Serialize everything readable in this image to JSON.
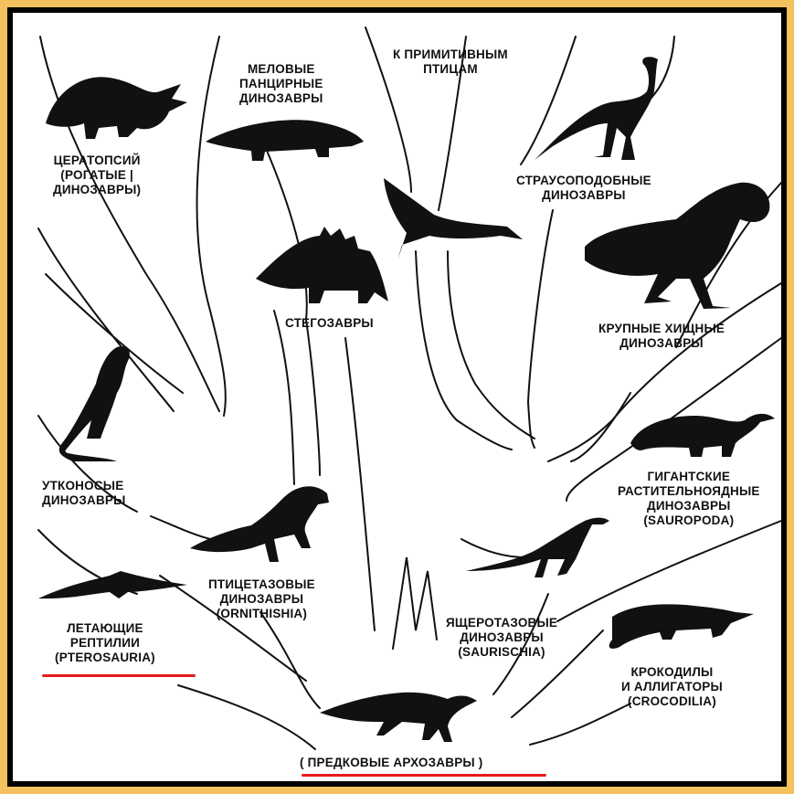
{
  "labels": {
    "ceratopsia": [
      "ЦЕРАТОПСИЙ",
      "(РОГАТЫЕ |",
      "ДИНОЗАВРЫ)"
    ],
    "armored": [
      "МЕЛОВЫЕ",
      "ПАНЦИРНЫЕ",
      "ДИНОЗАВРЫ"
    ],
    "primitive_birds": [
      "К ПРИМИТИВНЫМ",
      "ПТИЦАМ"
    ],
    "ostrich": [
      "СТРАУСОПОДОБНЫЕ",
      "ДИНОЗАВРЫ"
    ],
    "stegosaurs": [
      "СТЕГОЗАВРЫ"
    ],
    "predators": [
      "КРУПНЫЕ ХИЩНЫЕ",
      "ДИНОЗАВРЫ"
    ],
    "duckbill": [
      "УТКОНОСЫЕ",
      "ДИНОЗАВРЫ"
    ],
    "sauropoda": [
      "ГИГАНТСКИЕ",
      "РАСТИТЕЛЬНОЯДНЫЕ",
      "ДИНОЗАВРЫ",
      "(SAUROPODA)"
    ],
    "ornithishia": [
      "ПТИЦЕТАЗОВЫЕ",
      "ДИНОЗАВРЫ",
      "(ORNITHISHIA)"
    ],
    "pterosauria": [
      "ЛЕТАЮЩИЕ",
      "РЕПТИЛИИ",
      "(PTEROSAURIA)"
    ],
    "saurischia": [
      "ЯЩЕРОТАЗОВЫЕ",
      "ДИНОЗАВРЫ",
      "(SAURISCHIA)"
    ],
    "crocodilia": [
      "КРОКОДИЛЫ",
      "И АЛЛИГАТОРЫ",
      "(CROCODILIA)"
    ],
    "ancestors": [
      "( ПРЕДКОВЫЕ АРХОЗАВРЫ )"
    ]
  },
  "colors": {
    "background": "#f3c25e",
    "frame": "#000000",
    "panel": "#ffffff",
    "lines": "#111111",
    "highlight_underline": "#e51c1c"
  }
}
